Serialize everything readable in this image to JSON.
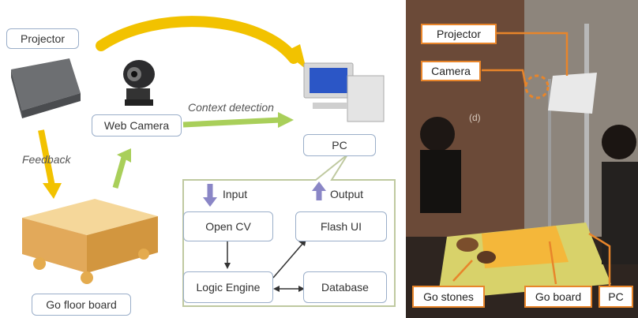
{
  "diagram": {
    "left": {
      "projector_label": "Projector",
      "web_camera_label": "Web Camera",
      "pc_label": "PC",
      "go_floor_board_label": "Go floor board",
      "context_detection_label": "Context detection",
      "feedback_label": "Feedback"
    },
    "pc_panel": {
      "input_label": "Input",
      "output_label": "Output",
      "open_cv_label": "Open CV",
      "flash_ui_label": "Flash UI",
      "logic_engine_label": "Logic Engine",
      "database_label": "Database"
    },
    "photo": {
      "projector_label": "Projector",
      "camera_label": "Camera",
      "go_stones_label": "Go stones",
      "go_board_label": "Go board",
      "pc_label": "PC",
      "panel_letter": "(d)"
    },
    "colors": {
      "box_border": "#9aaec9",
      "arrow_yellow": "#f2c200",
      "arrow_green": "#a9cf5a",
      "arrow_purple": "#8a86c6",
      "photo_callout": "#e8852a"
    }
  }
}
